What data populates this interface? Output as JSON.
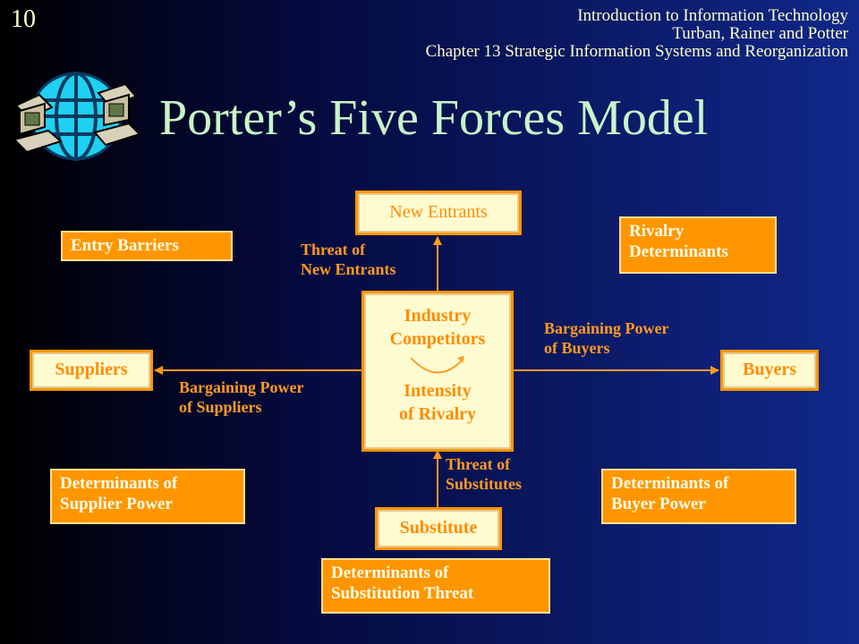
{
  "slide_number": "10",
  "header": {
    "line1": "Introduction to Information Technology",
    "line2": "Turban, Rainer and Potter",
    "line3": "Chapter 13 Strategic Information Systems and Reorganization"
  },
  "title": "Porter’s Five Forces Model",
  "nodes": {
    "new_entrants": "New Entrants",
    "suppliers": "Suppliers",
    "buyers": "Buyers",
    "substitute": "Substitute",
    "industry_line1": "Industry",
    "industry_line2": "Competitors",
    "rivalry_line1": "Intensity",
    "rivalry_line2": "of Rivalry"
  },
  "determinants": {
    "entry_barriers": "Entry Barriers",
    "rivalry_line1": "Rivalry",
    "rivalry_line2": "Determinants",
    "supplier_line1": "Determinants of",
    "supplier_line2": "Supplier Power",
    "buyer_line1": "Determinants of",
    "buyer_line2": "Buyer Power",
    "substitution_line1": "Determinants of",
    "substitution_line2": "Substitution Threat"
  },
  "labels": {
    "threat_new_line1": "Threat of",
    "threat_new_line2": "New Entrants",
    "bp_buyers_line1": "Bargaining Power",
    "bp_buyers_line2": "of Buyers",
    "bp_suppliers_line1": "Bargaining Power",
    "bp_suppliers_line2": "of Suppliers",
    "threat_sub_line1": "Threat of",
    "threat_sub_line2": "Substitutes"
  },
  "colors": {
    "orange": "#ff9600",
    "cream": "#fffbd0",
    "title_green": "#c8f5c8",
    "header_text": "#ffffcc"
  },
  "icons": {
    "logo": "globe-with-computers-icon"
  }
}
